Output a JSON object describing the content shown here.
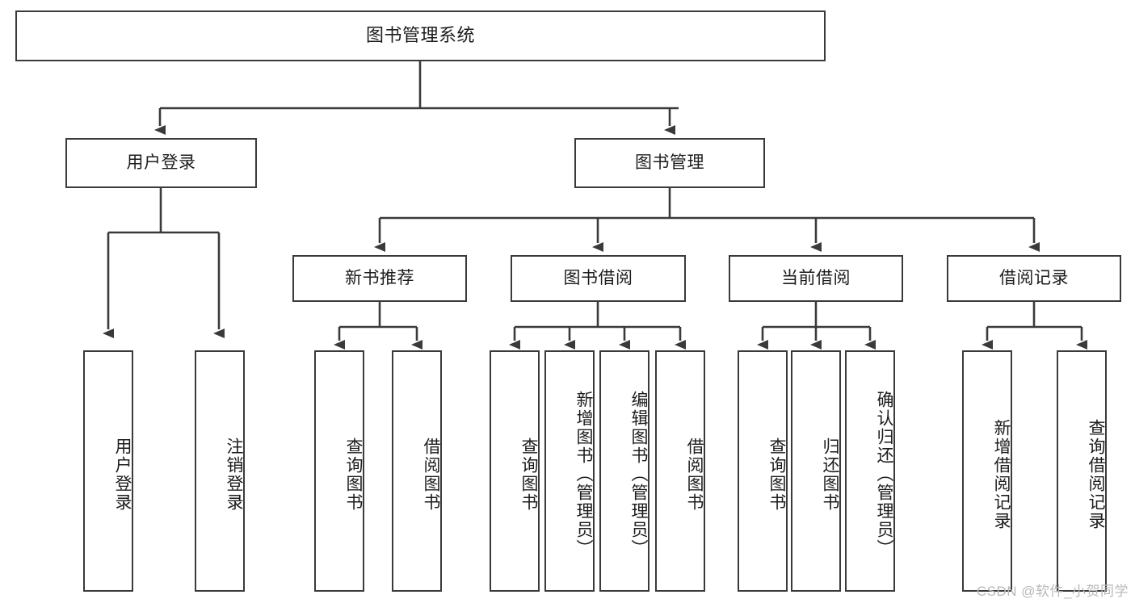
{
  "diagram": {
    "type": "tree",
    "title": "图书管理系统",
    "orientation": "top-down",
    "colors": {
      "box_border": "#3a3a3a",
      "box_fill": "#ffffff",
      "connector": "#3a3a3a",
      "text": "#1c1c1c",
      "watermark": "#b9b9b9",
      "background": "#ffffff"
    },
    "nodes": {
      "root": {
        "label": "图书管理系统",
        "level": 1,
        "text_direction": "horizontal"
      },
      "l2": [
        {
          "id": "user-login",
          "label": "用户登录",
          "level": 2,
          "text_direction": "horizontal"
        },
        {
          "id": "book-manage",
          "label": "图书管理",
          "level": 2,
          "text_direction": "horizontal"
        }
      ],
      "l3": [
        {
          "id": "new-book-rec",
          "label": "新书推荐",
          "level": 3,
          "text_direction": "horizontal",
          "parent": "book-manage"
        },
        {
          "id": "book-borrow",
          "label": "图书借阅",
          "level": 3,
          "text_direction": "horizontal",
          "parent": "book-manage"
        },
        {
          "id": "current-borrow",
          "label": "当前借阅",
          "level": 3,
          "text_direction": "horizontal",
          "parent": "book-manage"
        },
        {
          "id": "borrow-record",
          "label": "借阅记录",
          "level": 3,
          "text_direction": "horizontal",
          "parent": "book-manage"
        }
      ],
      "leaves": [
        {
          "id": "leaf-user-login",
          "label": "用户登录",
          "level": 3,
          "text_direction": "vertical",
          "parent": "user-login"
        },
        {
          "id": "leaf-logout",
          "label": "注销登录",
          "level": 3,
          "text_direction": "vertical",
          "parent": "user-login"
        },
        {
          "id": "leaf-query-book-1",
          "label": "查询图书",
          "level": 4,
          "text_direction": "vertical",
          "parent": "new-book-rec"
        },
        {
          "id": "leaf-borrow-book-1",
          "label": "借阅图书",
          "level": 4,
          "text_direction": "vertical",
          "parent": "new-book-rec"
        },
        {
          "id": "leaf-query-book-2",
          "label": "查询图书",
          "level": 4,
          "text_direction": "vertical",
          "parent": "book-borrow"
        },
        {
          "id": "leaf-add-book",
          "label": "新增图书（管理员）",
          "level": 4,
          "text_direction": "vertical",
          "parent": "book-borrow"
        },
        {
          "id": "leaf-edit-book",
          "label": "编辑图书（管理员）",
          "level": 4,
          "text_direction": "vertical",
          "parent": "book-borrow"
        },
        {
          "id": "leaf-borrow-book-2",
          "label": "借阅图书",
          "level": 4,
          "text_direction": "vertical",
          "parent": "book-borrow"
        },
        {
          "id": "leaf-query-book-3",
          "label": "查询图书",
          "level": 4,
          "text_direction": "vertical",
          "parent": "current-borrow"
        },
        {
          "id": "leaf-return-book",
          "label": "归还图书",
          "level": 4,
          "text_direction": "vertical",
          "parent": "current-borrow"
        },
        {
          "id": "leaf-confirm-return",
          "label": "确认归还（管理员）",
          "level": 4,
          "text_direction": "vertical",
          "parent": "current-borrow"
        },
        {
          "id": "leaf-add-record",
          "label": "新增借阅记录",
          "level": 4,
          "text_direction": "vertical",
          "parent": "borrow-record"
        },
        {
          "id": "leaf-query-record",
          "label": "查询借阅记录",
          "level": 4,
          "text_direction": "vertical",
          "parent": "borrow-record"
        }
      ]
    },
    "watermark": "CSDN @软件_小贺同学"
  }
}
